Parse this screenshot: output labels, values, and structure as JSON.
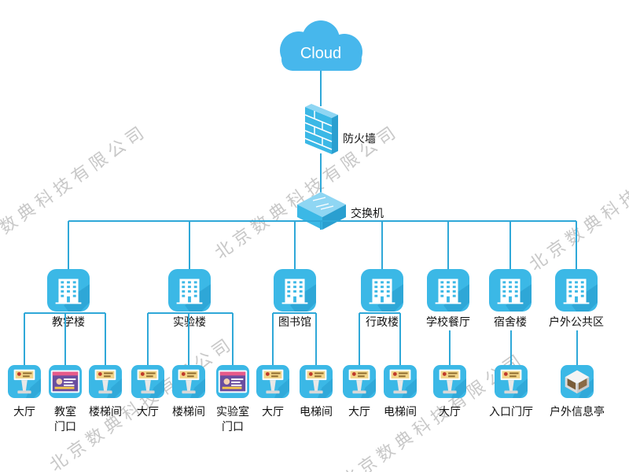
{
  "cloud": {
    "label": "Cloud"
  },
  "firewall": {
    "label": "防火墙"
  },
  "switch": {
    "label": "交换机"
  },
  "watermark": {
    "text": "北京数典科技有限公司"
  },
  "colors": {
    "line": "#2fa8d8",
    "icon": "#3bb8e6",
    "icon_dark": "#2a9fd0",
    "cloud": "#47b7ec"
  },
  "buildings": [
    {
      "label": "教学楼",
      "icon": "building-icon",
      "devices": [
        {
          "label": "大厅",
          "type": "kiosk-portrait"
        },
        {
          "label": "教室门口",
          "label_lines": [
            "教室",
            "门口"
          ],
          "type": "door-sign"
        },
        {
          "label": "楼梯间",
          "type": "kiosk-portrait"
        }
      ]
    },
    {
      "label": "实验楼",
      "icon": "building-icon",
      "devices": [
        {
          "label": "大厅",
          "type": "kiosk-portrait"
        },
        {
          "label": "楼梯间",
          "type": "kiosk-portrait"
        },
        {
          "label": "实验室门口",
          "label_lines": [
            "实验室",
            "门口"
          ],
          "type": "door-sign"
        }
      ]
    },
    {
      "label": "图书馆",
      "icon": "building-icon",
      "devices": [
        {
          "label": "大厅",
          "type": "kiosk-portrait"
        },
        {
          "label": "电梯间",
          "type": "kiosk-portrait"
        }
      ]
    },
    {
      "label": "行政楼",
      "icon": "building-icon",
      "devices": [
        {
          "label": "大厅",
          "type": "kiosk-portrait"
        },
        {
          "label": "电梯间",
          "type": "kiosk-portrait"
        }
      ]
    },
    {
      "label": "学校餐厅",
      "icon": "building-icon",
      "devices": [
        {
          "label": "大厅",
          "type": "kiosk-portrait"
        }
      ]
    },
    {
      "label": "宿舍楼",
      "icon": "building-icon",
      "devices": [
        {
          "label": "入口门厅",
          "type": "kiosk-portrait"
        }
      ]
    },
    {
      "label": "户外公共区",
      "icon": "building-icon",
      "devices": [
        {
          "label": "户外信息亭",
          "type": "outdoor-kiosk"
        }
      ]
    }
  ]
}
